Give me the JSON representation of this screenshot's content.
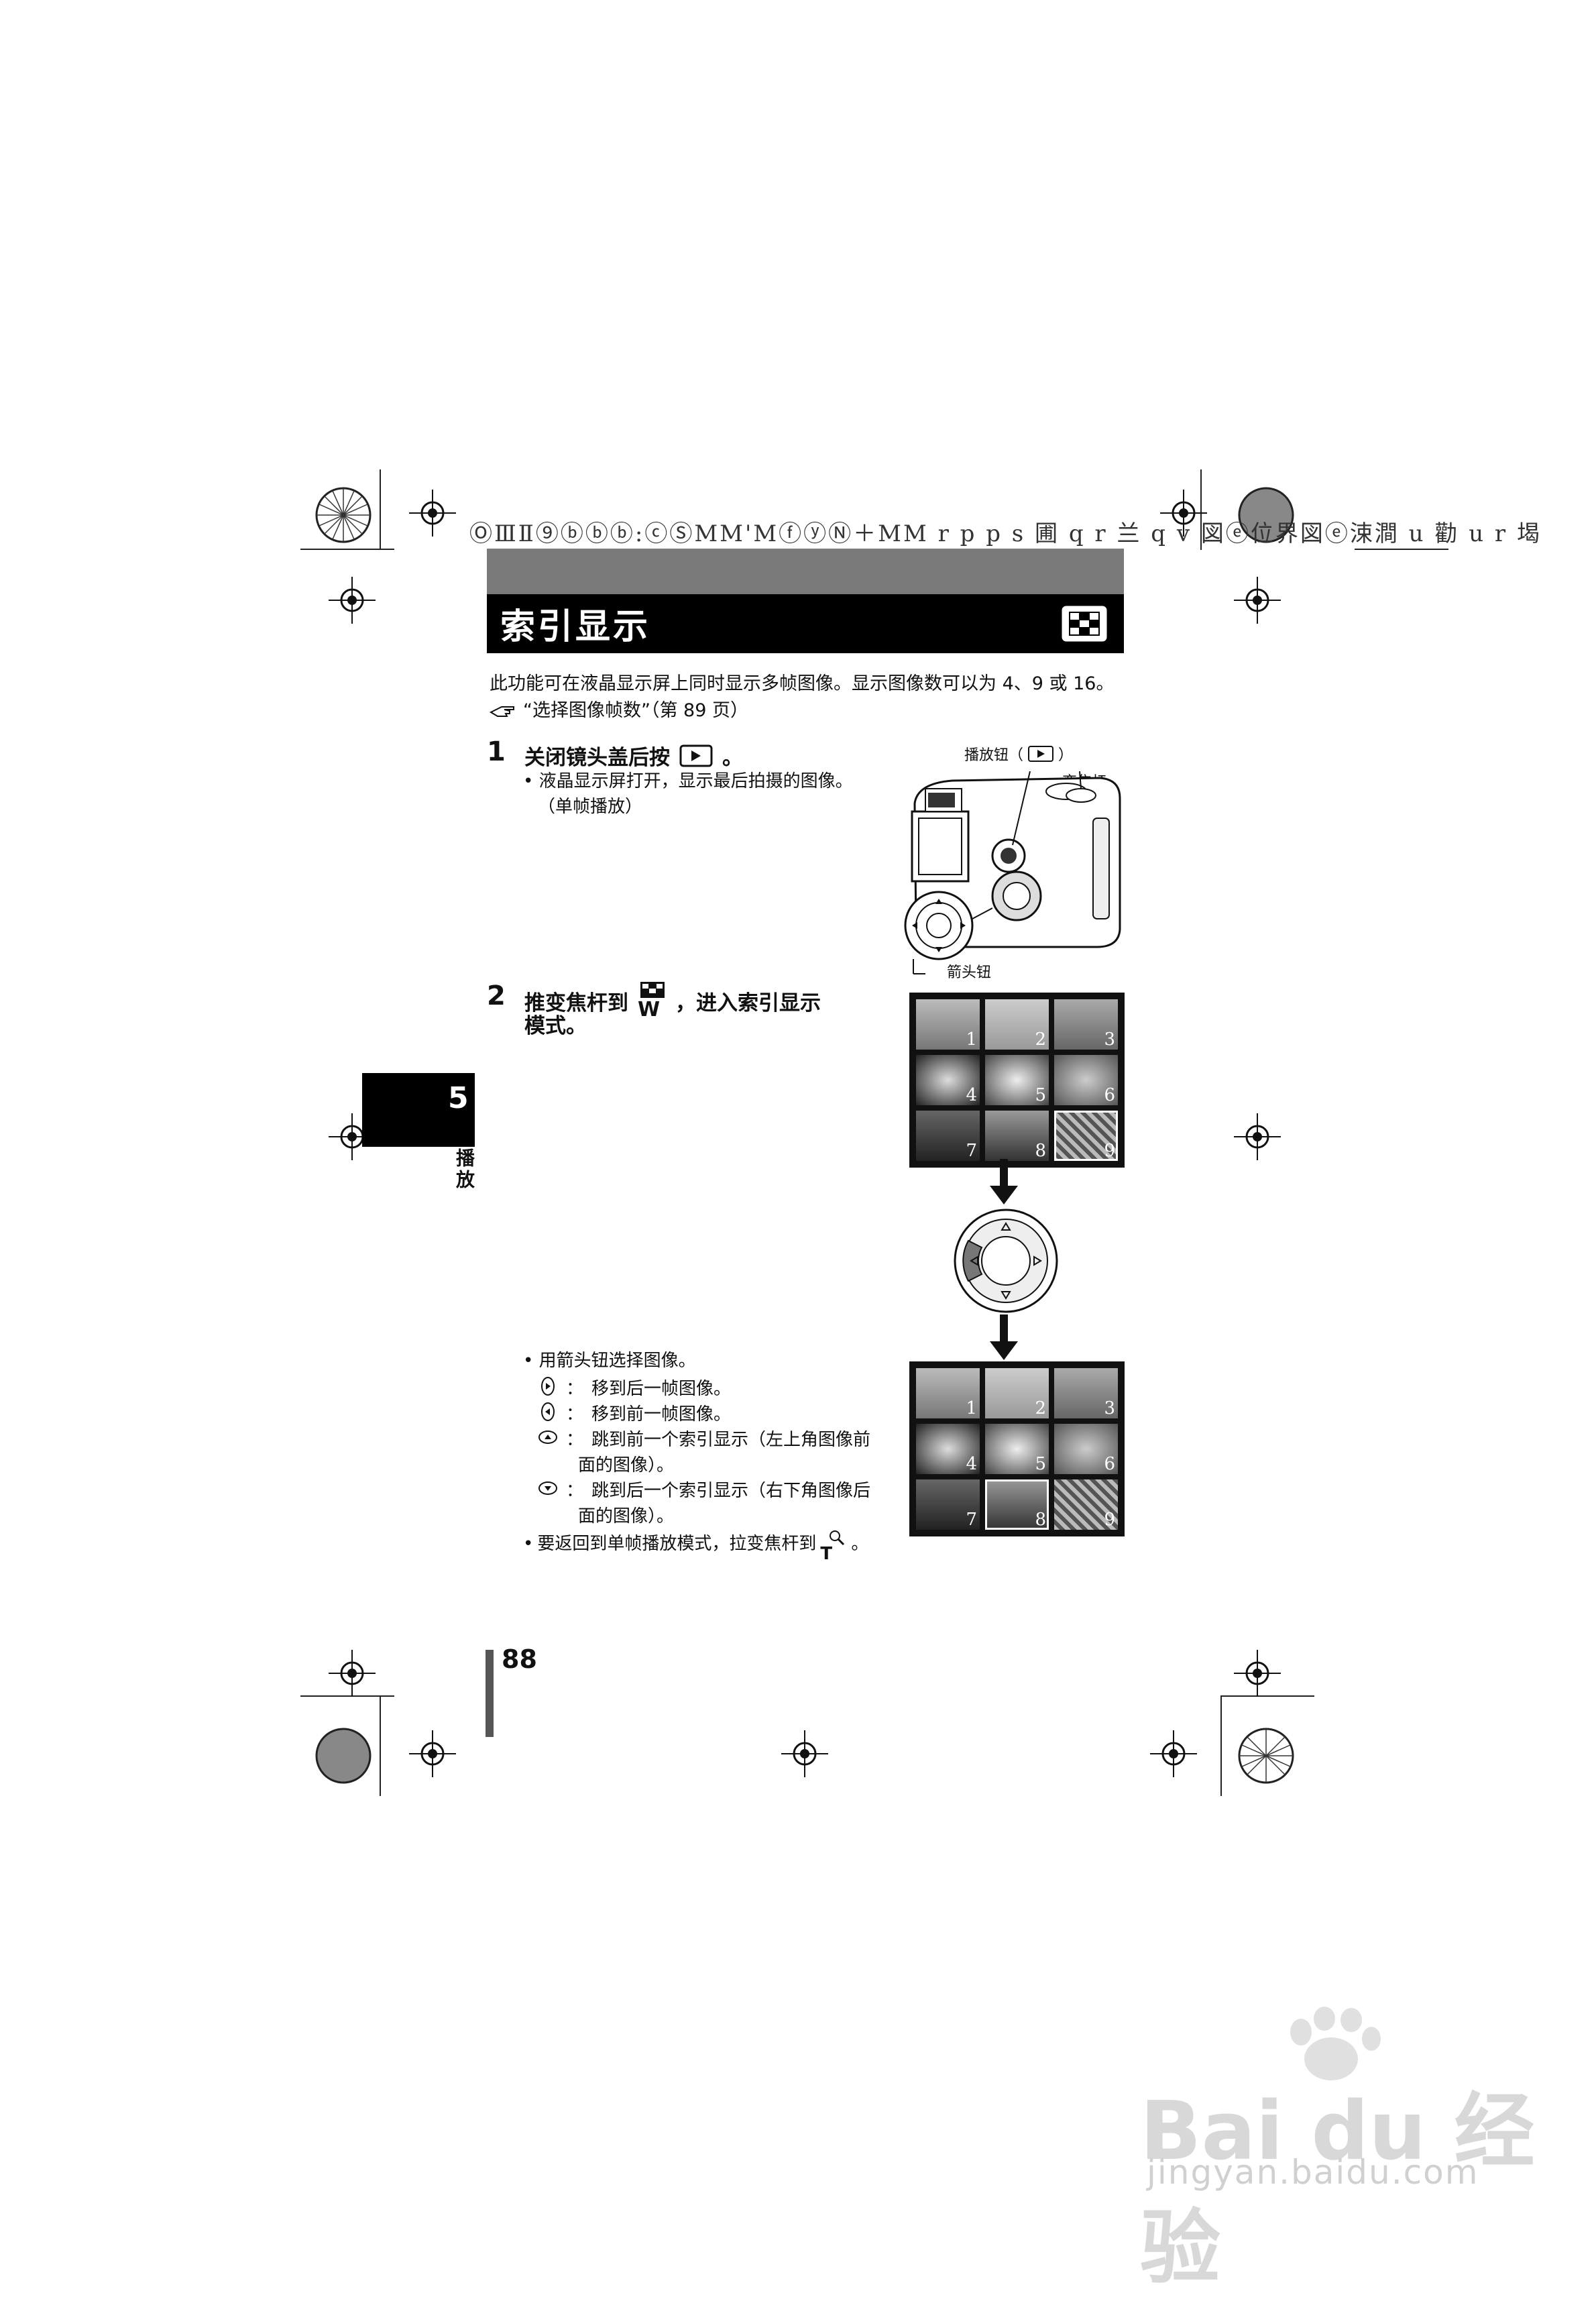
{
  "header_garble": "ⓄⅢⅡ⑨ⓑⓑⓑ:ⓒⓈⅯⅯ'ⅯⓕⓨⓃ＋ⅯⅯ r p p s 圃 q r 兰 q v 図ⓔ位界図ⓔ涑澗 u 勸 u r 堨",
  "title": "索引显示",
  "intro_line1": "此功能可在液晶显示屏上同时显示多帧图像。显示图像数可以为 4、9 或 16。",
  "intro_line2": "“选择图像帧数”（第 89 页）",
  "step1": {
    "num": "1",
    "title": "关闭镜头盖后按",
    "title_end": "。",
    "bullet1": "液晶显示屏打开，显示最后拍摄的图像。",
    "bullet1b": "（单帧播放）"
  },
  "camera_labels": {
    "play_button": "播放钮（",
    "play_button_end": "）",
    "zoom_lever": "变焦杆",
    "arrow_pad": "箭头钮"
  },
  "step2": {
    "num": "2",
    "title": "推变焦杆到",
    "title_mid": "W",
    "title_end": "，进入索引显示",
    "title_line2": "模式。"
  },
  "arrow_section": {
    "bullet": "用箭头钮选择图像。",
    "items": [
      {
        "text": "移到后一帧图像。"
      },
      {
        "text": "移到前一帧图像。"
      },
      {
        "text": "跳到前一个索引显示（左上角图像前",
        "cont": "面的图像）。"
      },
      {
        "text": "跳到后一个索引显示（右下角图像后",
        "cont": "面的图像）。"
      }
    ],
    "last_bullet": "要返回到单帧播放模式，拉变焦杆到",
    "last_bullet_t": "T",
    "last_bullet_end": "。"
  },
  "grid_numbers": [
    "1",
    "2",
    "3",
    "4",
    "5",
    "6",
    "7",
    "8",
    "9"
  ],
  "side_tab": {
    "num": "5",
    "label": "播放"
  },
  "page_number": "88",
  "watermark": "Bai du 经验",
  "watermark_url": "jingyan.baidu.com"
}
